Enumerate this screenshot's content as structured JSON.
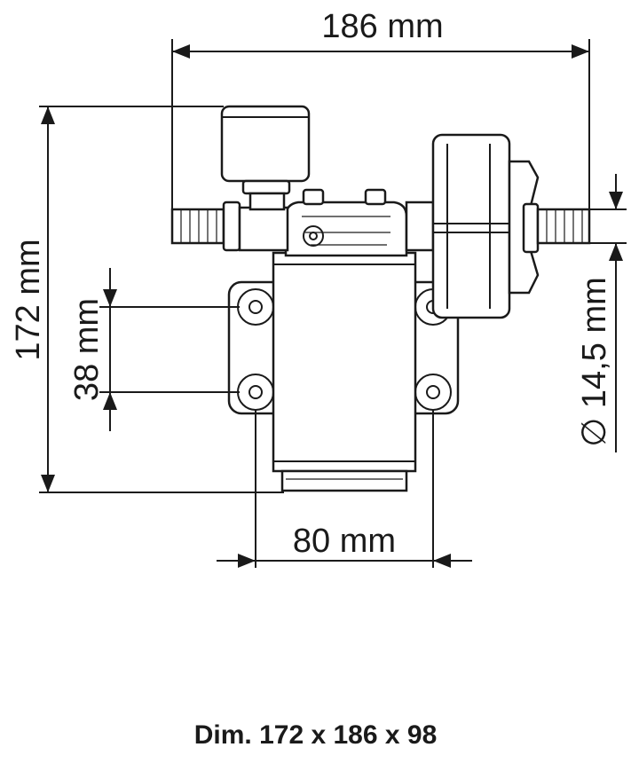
{
  "dimensions": {
    "width_label": "186 mm",
    "height_label": "172 mm",
    "mount_vertical_label": "38 mm",
    "mount_horizontal_label": "80 mm",
    "hose_diameter_label": "∅ 14,5 mm"
  },
  "caption": "Dim. 172 x 186 x 98"
}
